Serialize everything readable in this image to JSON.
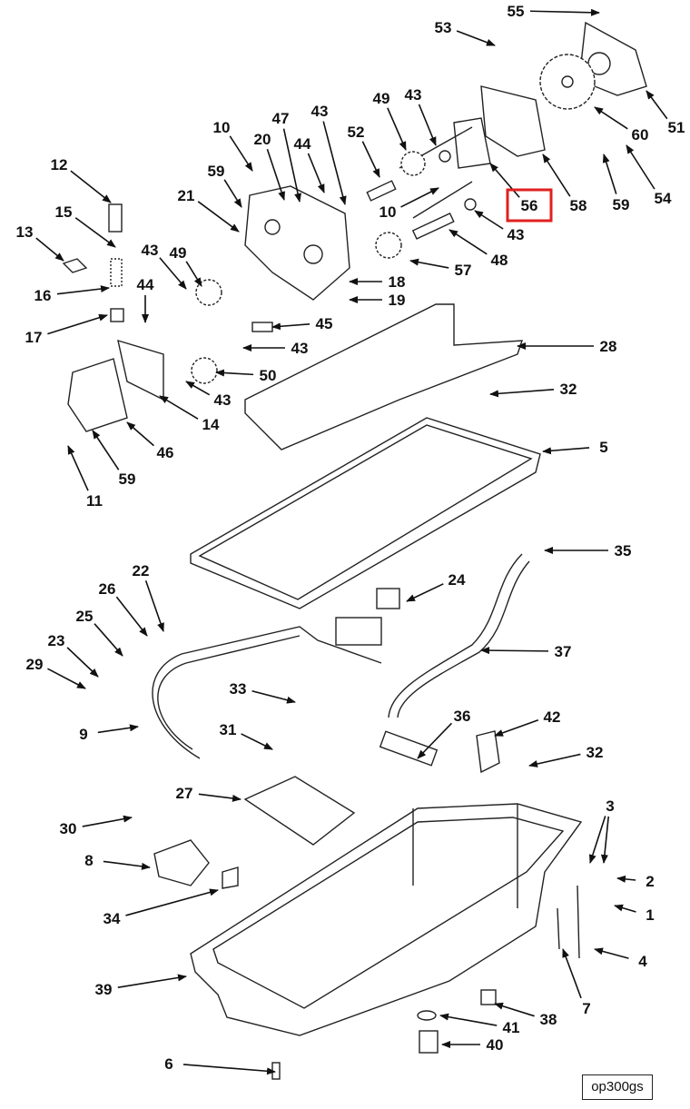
{
  "figure_ref": "op300gs",
  "highlight_color": "#e02020",
  "highlighted_callout": "56",
  "callouts": [
    "55",
    "53",
    "51",
    "60",
    "58",
    "56",
    "59",
    "54",
    "49",
    "43",
    "52",
    "10",
    "43",
    "48",
    "57",
    "43",
    "44",
    "47",
    "20",
    "10",
    "59",
    "21",
    "12",
    "15",
    "13",
    "16",
    "17",
    "44",
    "43",
    "49",
    "18",
    "19",
    "45",
    "43",
    "50",
    "43",
    "28",
    "32",
    "14",
    "46",
    "59",
    "11",
    "5",
    "35",
    "24",
    "22",
    "26",
    "25",
    "23",
    "29",
    "37",
    "33",
    "9",
    "31",
    "36",
    "42",
    "32",
    "27",
    "3",
    "30",
    "2",
    "8",
    "1",
    "34",
    "4",
    "39",
    "7",
    "38",
    "41",
    "40",
    "6"
  ]
}
